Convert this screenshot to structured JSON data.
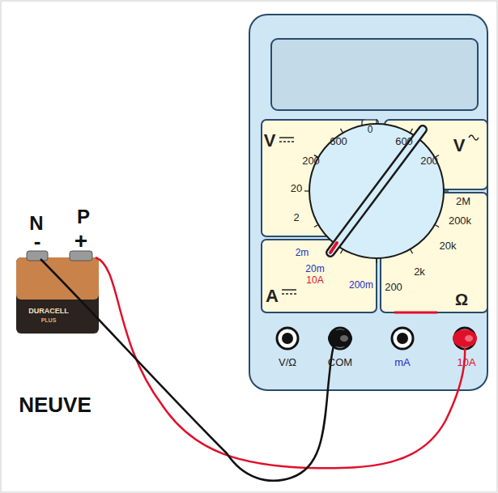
{
  "diagram": {
    "nodes": [
      {
        "text": [
          "V",
          "600",
          "200",
          "20",
          "2"
        ]
      },
      {
        "text": [
          "0"
        ]
      },
      {
        "text": [
          "600",
          "200",
          "V"
        ]
      },
      {
        "text": [
          "2m",
          "20m",
          "10A",
          "200m",
          "A"
        ]
      },
      {
        "text": [
          "2M",
          "200k",
          "20k",
          "2k",
          "200",
          "Ω"
        ]
      }
    ],
    "labels": [
      "N",
      "P",
      "-",
      "+",
      "DURACELL",
      "PLUS",
      "NEUVE",
      "V/Ω",
      "COM",
      "mA",
      "10A"
    ]
  }
}
